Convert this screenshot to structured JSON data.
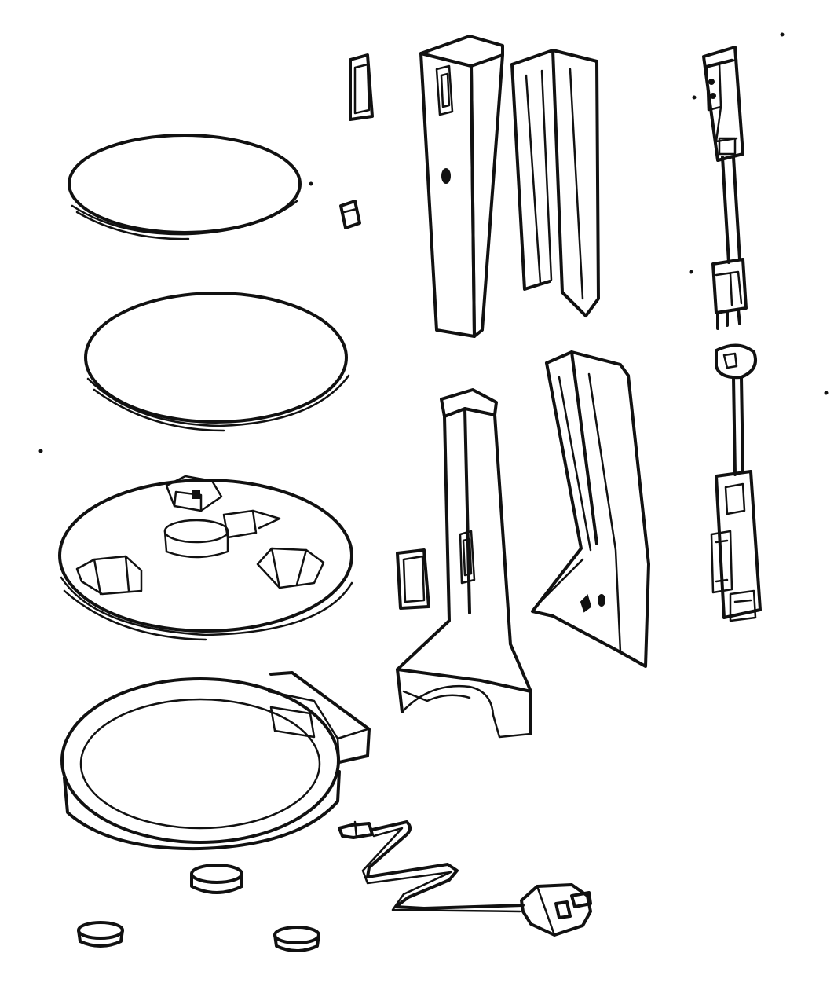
{
  "figure": {
    "description_free": true,
    "style": "exploded-view pencil sketch of product parts",
    "colors": {
      "ink": "#111111",
      "paper": "#ffffff"
    }
  },
  "parts": [
    {
      "id": "disc-top",
      "kind": "disc"
    },
    {
      "id": "disc-middle",
      "kind": "disc"
    },
    {
      "id": "base-plate",
      "kind": "plate-with-clips"
    },
    {
      "id": "ring-frame",
      "kind": "ring-with-socket"
    },
    {
      "id": "foot-1",
      "kind": "round-foot"
    },
    {
      "id": "foot-2",
      "kind": "round-foot"
    },
    {
      "id": "foot-3",
      "kind": "round-foot"
    },
    {
      "id": "small-cap-top",
      "kind": "cap"
    },
    {
      "id": "small-clip",
      "kind": "clip"
    },
    {
      "id": "column-front-top",
      "kind": "column-half"
    },
    {
      "id": "column-back-top",
      "kind": "column-half"
    },
    {
      "id": "column-front-bottom",
      "kind": "column-half-with-foot"
    },
    {
      "id": "column-back-bottom",
      "kind": "column-half"
    },
    {
      "id": "small-cap-bottom",
      "kind": "cap"
    },
    {
      "id": "wiring-upper",
      "kind": "wire-harness"
    },
    {
      "id": "wiring-lower",
      "kind": "wire-harness"
    },
    {
      "id": "power-cable",
      "kind": "cable-with-plug"
    }
  ]
}
